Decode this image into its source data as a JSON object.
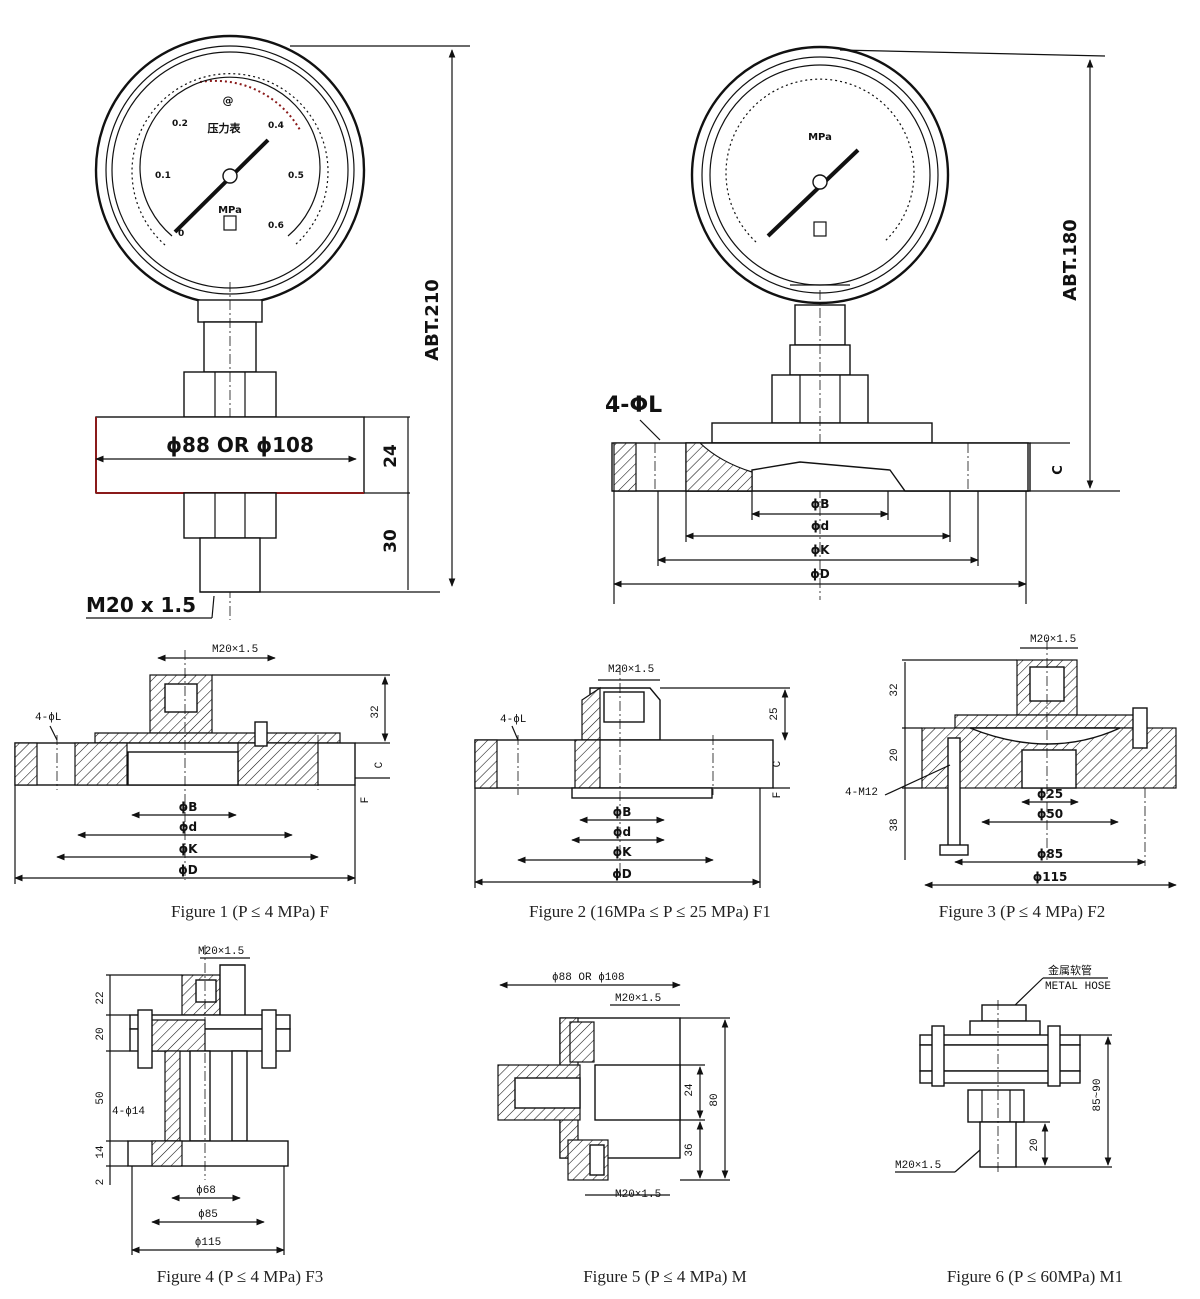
{
  "top_left": {
    "dial": {
      "label_top": "@",
      "center_label": "压力表",
      "unit": "MPa",
      "scale": [
        "0",
        "0.1",
        "0.2",
        "@",
        "0.4",
        "0.5",
        "0.6"
      ]
    },
    "labels": {
      "flange_dia": "ϕ88 OR ϕ108",
      "thick": "24",
      "neck": "30",
      "height": "ABT.210",
      "thread": "M20 x 1.5"
    }
  },
  "top_right": {
    "labels": {
      "holes": "4-ΦL",
      "height": "ABT.180",
      "c": "C",
      "d0": "ϕB",
      "d1": "ϕd",
      "k": "ϕK",
      "d": "ϕD"
    },
    "dial_unit": "MPa"
  },
  "fig1": {
    "labels": {
      "thread": "M20×1.5",
      "holes": "4-ϕL",
      "h32": "32",
      "c": "C",
      "f": "F",
      "b": "ϕB",
      "d": "ϕd",
      "k": "ϕK",
      "dd": "ϕD"
    },
    "caption": "Figure 1 (P ≤ 4 MPa) F"
  },
  "fig2": {
    "labels": {
      "thread": "M20×1.5",
      "holes": "4-ϕL",
      "h25": "25",
      "c": "C",
      "f": "F",
      "b": "ϕB",
      "d": "ϕd",
      "k": "ϕK",
      "dd": "ϕD"
    },
    "caption": "Figure 2 (16MPa ≤ P ≤ 25 MPa) F1"
  },
  "fig3": {
    "labels": {
      "thread": "M20×1.5",
      "h32": "32",
      "h20": "20",
      "bolts": "4-M12",
      "h38": "38",
      "d25": "ϕ25",
      "d50": "ϕ50",
      "d85": "ϕ85",
      "d115": "ϕ115"
    },
    "caption": "Figure 3 (P ≤ 4 MPa) F2"
  },
  "fig4": {
    "labels": {
      "thread": "M20×1.5",
      "h22": "22",
      "h20": "20",
      "h50": "50",
      "holes": "4-ϕ14",
      "h14": "14",
      "h2": "2",
      "d68": "ϕ68",
      "d85": "ϕ85",
      "d115": "ϕ115"
    },
    "caption": "Figure 4 (P ≤ 4 MPa) F3"
  },
  "fig5": {
    "labels": {
      "dia": "ϕ88 OR ϕ108",
      "thread_top": "M20×1.5",
      "h24": "24",
      "h80": "80",
      "h36": "36",
      "thread_bottom": "M20×1.5"
    },
    "caption": "Figure 5 (P ≤ 4 MPa) M"
  },
  "fig6": {
    "labels": {
      "cn": "金属软管",
      "hose": "METAL HOSE",
      "h8590": "85~90",
      "h20": "20",
      "thread": "M20×1.5"
    },
    "caption": "Figure 6 (P ≤ 60MPa) M1"
  }
}
